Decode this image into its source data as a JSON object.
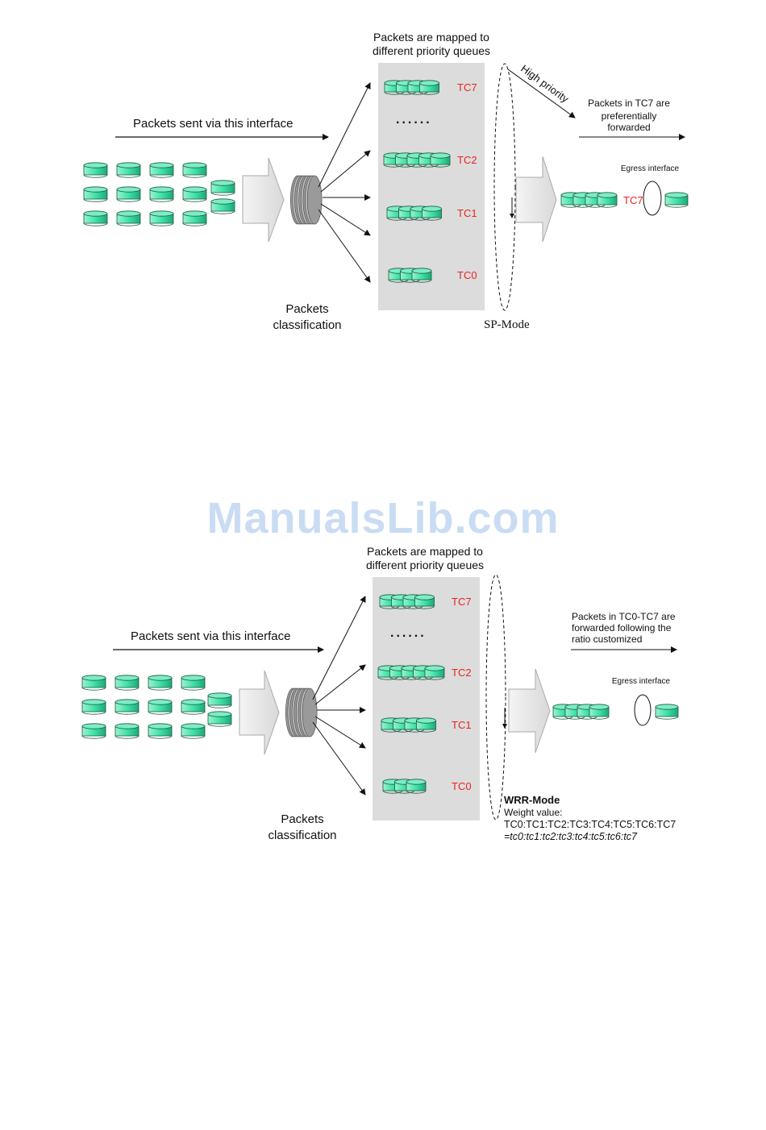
{
  "watermark": "ManualsLib.com",
  "colors": {
    "packet": "#3fe2a8",
    "queue_panel": "#dcdcdc",
    "tc_label": "#e8241c",
    "text": "#111111"
  },
  "sp_diagram": {
    "title_line1": "Packets are mapped to",
    "title_line2": "different priority queues",
    "sent_label": "Packets sent via this interface",
    "classification_line1": "Packets",
    "classification_line2": "classification",
    "ellipsis": "......",
    "queues": [
      {
        "label": "TC7",
        "packets": 4
      },
      {
        "label": "TC2",
        "packets": 5
      },
      {
        "label": "TC1",
        "packets": 4
      },
      {
        "label": "TC0",
        "packets": 3
      }
    ],
    "high_priority": "High priority",
    "note_pre": "Packets in ",
    "note_tc": "TC7",
    "note_post": " are",
    "note_line2": "preferentially",
    "note_line3": "forwarded",
    "egress": "Egress interface",
    "egress_tc": "TC7",
    "mode": "SP-Mode"
  },
  "wrr_diagram": {
    "title_line1": "Packets are mapped to",
    "title_line2": "different priority queues",
    "sent_label": "Packets sent via this interface",
    "classification_line1": "Packets",
    "classification_line2": "classification",
    "ellipsis": "......",
    "queues": [
      {
        "label": "TC7",
        "packets": 4
      },
      {
        "label": "TC2",
        "packets": 5
      },
      {
        "label": "TC1",
        "packets": 4
      },
      {
        "label": "TC0",
        "packets": 3
      }
    ],
    "note_line1": "Packets in TC0-TC7 are",
    "note_line2": "forwarded following the",
    "note_line3": "ratio customized",
    "egress": "Egress interface",
    "mode": "WRR-Mode",
    "weight_label": "Weight value:",
    "weight_line1": "TC0:TC1:TC2:TC3:TC4:TC5:TC6:TC7",
    "weight_line2": "=tc0:tc1:tc2:tc3:tc4:tc5:tc6:tc7"
  }
}
